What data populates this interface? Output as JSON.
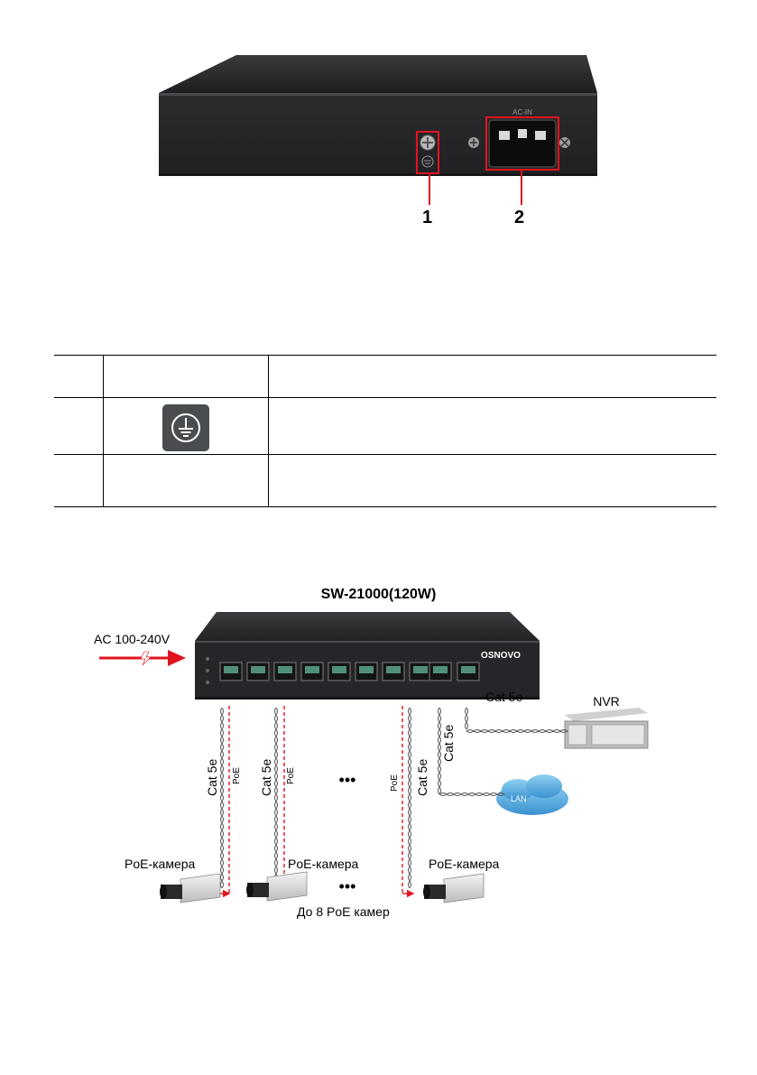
{
  "rear_panel": {
    "callout_1": "1",
    "callout_2": "2",
    "power_socket_label": "AC-IN"
  },
  "table": {
    "rows": [
      {
        "num": "",
        "item": "",
        "desc": ""
      },
      {
        "num": "",
        "item": "ground-icon",
        "desc": ""
      },
      {
        "num": "",
        "item": "",
        "desc": ""
      }
    ]
  },
  "diagram": {
    "title": "SW-21000(120W)",
    "ac_input": "AC 100-240V",
    "brand": "OSNOVO",
    "nvr_label": "NVR",
    "lan_label": "LAN",
    "cable_nvr": "Cat 5e",
    "cable_lan": "Cat 5e",
    "cable_cam": "Cat 5e",
    "poe_label": "PoE",
    "ellipsis": "•••",
    "camera_label": "PoE-камера",
    "max_cameras": "До 8 PoE камер"
  },
  "colors": {
    "highlight_red": "#e0141e",
    "device_dark": "#2b2b2e",
    "icon_bg": "#4a4d50"
  }
}
